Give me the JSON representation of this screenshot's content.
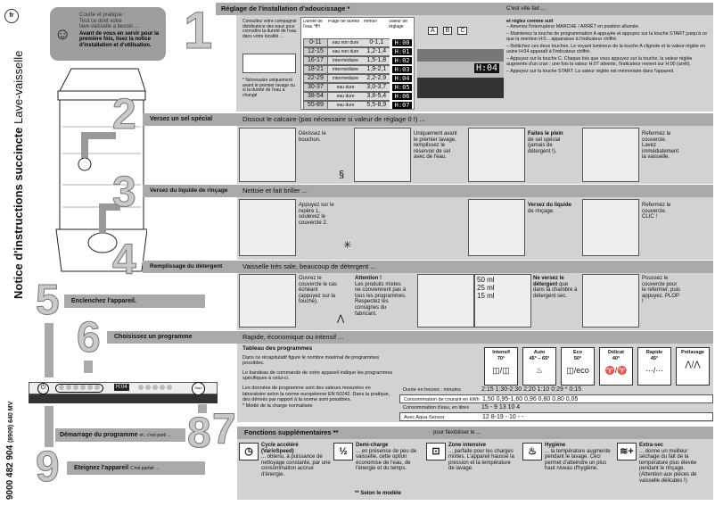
{
  "lang": "fr",
  "title_bold": "Notice d'instructions succincte",
  "title_light": "Lave-vaisselle",
  "product_code": "9000 482 904",
  "product_code_suffix": "(8909) 640 MV",
  "intro": {
    "line1": "Courte et pratique :",
    "line2": "Tout ce dont votre",
    "line3": "lave-vaisselle a besoin ...",
    "bold": "Avant de vous en servir pour la première fois, lisez la notice d'installation et d'utilisation."
  },
  "steps": {
    "s1": {
      "num": "1",
      "title": "Réglage de l'installation d'adoucissage *",
      "right": "C'est vite fait ...",
      "consult": "Consultez votre compagnie distributrice des eaux pour connaître la dureté de l'eau dans votre localité ...",
      "note": "* Nécessaire uniquement avant le premier lavage ou si la dureté de l'eau a changé",
      "headers": [
        "Dureté de l'eau °fH",
        "Plage de dureté",
        "mmol/l",
        "Valeur de réglage"
      ],
      "rows": [
        [
          "0-11",
          "eau non dure",
          "0-1,1",
          "H:00"
        ],
        [
          "12-15",
          "eau non dure",
          "1,2-1,4",
          "H:01"
        ],
        [
          "16-17",
          "intermédiaire",
          "1,5-1,8",
          "H:02"
        ],
        [
          "18-21",
          "intermédiaire",
          "1,9-2,1",
          "H:03"
        ],
        [
          "22-29",
          "intermédiaire",
          "2,2-2,9",
          "H:04"
        ],
        [
          "30-37",
          "eau dure",
          "3,0-3,7",
          "H:05"
        ],
        [
          "38-54",
          "eau dure",
          "3,8-5,4",
          "H:06"
        ],
        [
          "55-89",
          "eau dure",
          "5,5-8,9",
          "H:07"
        ]
      ],
      "keys": [
        "A",
        "B",
        "C"
      ],
      "display": "H:04",
      "instr_title": "et réglez comme suit",
      "instr": [
        "– Amenez l'interrupteur MARCHE / ARRÊT en position allumée.",
        "– Maintenez la touche de programmation A appuyée et appuyez sur la touche START jusqu'à ce que la mention H:0... apparaisse à l'indicateur chiffré.",
        "– Relâchez ces deux touches. Le voyant lumineux de la touche A clignote et la valeur réglée en usine H:04 apparaît à l'indicateur chiffré.",
        "– Appuyez sur la touche C. Chaque fois que vous appuyez sur la touche, la valeur réglée augmente d'un cran ; une fois la valeur H:07 atteinte, l'indicateur revient sur H:00 (arrêt).",
        "– Appuyez sur la touche START. La valeur réglée est mémorisée dans l'appareil."
      ]
    },
    "s2": {
      "num": "2",
      "label": "Versez un sel spécial",
      "title": "Dissout le calcaire (pas nécessaire si valeur de réglage 0 !) ...",
      "captions": [
        "Dévissez le bouchon.",
        "Uniquement avant le premier lavage, remplissez le réservoir de sel avec de l'eau.",
        "de sel spécial (jamais de détergent !).",
        "Refermez le couvercle. Lavez immédiatement la vaisselle."
      ],
      "bold3": "Faites le plein"
    },
    "s3": {
      "num": "3",
      "label": "Versez du liquide de rinçage",
      "title": "Nettoie et fait briller ...",
      "captions": [
        "Appuyez sur le repère 1, soulevez le couvercle 2.",
        "de rinçage.",
        "Refermez le couvercle. CLIC !"
      ],
      "bold2": "Versez du liquide"
    },
    "s4": {
      "num": "4",
      "label": "Remplissage du détergent",
      "title": "Vaisselle très sale, beaucoup de détergent ...",
      "captions": [
        "Ouvrez le couvercle le cas échéant (appuyez sur la touche).",
        "Les produits mixtes ne conviennent pas à tous les programmes. Respectez les consignes du fabricant.",
        "que dans la chambre à détergent sec.",
        "Poussez le couvercle pour le refermer, puis appuyez. PLOP !"
      ],
      "attention": "Attention !",
      "bold3": "Ne versez le détergent",
      "ml": [
        "50 ml",
        "25 ml",
        "15 ml"
      ]
    },
    "s5": {
      "num": "5",
      "label": "Enclenchez l'appareil."
    },
    "s6": {
      "num": "6",
      "label": "Choisissez un programme",
      "title": "Rapide, économique ou intensif ...",
      "table_title": "Tableau des programmes",
      "p1": "Dans ce récapitulatif figure le nombre maximal de programmes possibles.",
      "p2": "Le bandeau de commande de votre appareil indique les programmes spécifiques à celui-ci.",
      "p3": "Les données de programme sont des valeurs mesurées en laboratoire selon la norme européenne EN 50242. Dans la pratique, des dérivés par rapport à la norme sont possibles.",
      "p4": "* Moitié de la charge normalisée",
      "programs": [
        {
          "name": "Intensif",
          "temp": "70°"
        },
        {
          "name": "Auto",
          "temp": "45° – 65°"
        },
        {
          "name": "Eco",
          "temp": "50°"
        },
        {
          "name": "Délicat",
          "temp": "40°"
        },
        {
          "name": "Rapide",
          "temp": "45°"
        },
        {
          "name": "Prélavage",
          "temp": ""
        }
      ],
      "rows": [
        {
          "label": "Durée en heures : minutes",
          "values": "2:15 1:30-2:30 2:20 1:10 0:29 * 0:15"
        },
        {
          "label": "Consommation de courant en kWh",
          "values": "1,50 0,95-1,60 0,96 0,80 0,80 0,05"
        },
        {
          "label": "Consommation d'eau, en litres",
          "values": "15 - 9 13 10 4"
        },
        {
          "label": "Avec Aqua-Sensor",
          "values": "12 8-19 - 10 - -"
        }
      ]
    },
    "s7": {
      "num": "7",
      "title": "Fonctions supplémentaires **",
      "right": "pour flexibiliser le ...",
      "footnote": "** Selon le modèle",
      "functions": [
        {
          "icon": "clock-speed-icon",
          "glyph": "◷",
          "title": "Cycle accéléré (VarioSpeed)",
          "text": "... obtenu, à puissance de nettoyage constante, par une consommation accrue d'énergie."
        },
        {
          "icon": "half-load-icon",
          "glyph": "½",
          "title": "Demi-charge",
          "text": "... en présence de peu de vaisselle, cette option économise de l'eau, de l'énergie et du temps."
        },
        {
          "icon": "intensive-zone-icon",
          "glyph": "⊡",
          "title": "Zone intensive",
          "text": "... parfaite pour les charges mixtes. L'appareil hausse la pression et la température de lavage."
        },
        {
          "icon": "hygiene-icon",
          "glyph": "♨",
          "title": "Hygiène",
          "text": "... la température augmente pendant le lavage. Ceci permet d'atteindre un plus haut niveau d'hygiène."
        },
        {
          "icon": "extra-dry-icon",
          "glyph": "≋+",
          "title": "Extra-sec",
          "text": "... donne un meilleur séchage du fait de la température plus élevée pendant le rinçage. (Attention aux pièces de vaisselle délicates !)"
        }
      ]
    },
    "s8": {
      "num": "8",
      "label": "Démarrage du programme",
      "sub": "et ; c'est parti ..."
    },
    "s9": {
      "num": "9",
      "label": "Eteignez l'appareil",
      "sub": "C'est parfait ..."
    }
  },
  "panel": {
    "display": "H:04",
    "start": "Start"
  }
}
